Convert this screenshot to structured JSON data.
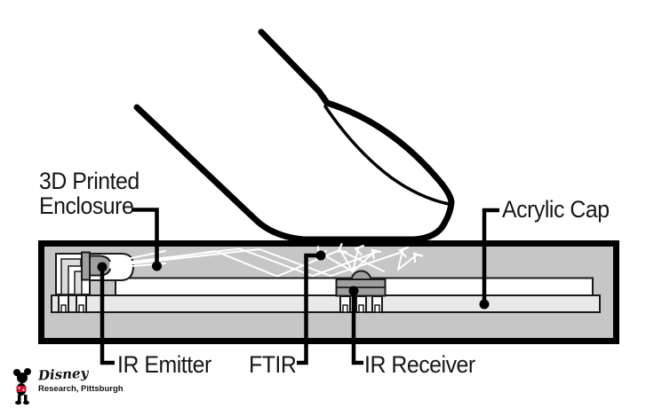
{
  "figure": {
    "title": "FTIR touch sensing cross-section diagram",
    "labels": {
      "enclosure": "3D Printed\nEnclosure",
      "acrylic_cap": "Acrylic Cap",
      "ir_emitter": "IR Emitter",
      "ftir": "FTIR",
      "ir_receiver": "IR Receiver"
    },
    "logo": {
      "brand": "Disney",
      "sub": "Research, Pittsburgh"
    },
    "colors": {
      "background": "#ffffff",
      "outline_black": "#000000",
      "enclosure_fill": "#c6c6c6",
      "acrylic_strip_fill": "#e9e9e9",
      "cavity_white": "#ffffff",
      "component_gray": "#9f9f9f",
      "trace_gray": "#dcdcdc",
      "ir_ray_white": "#ffffff",
      "mickey_shorts_red": "#c8102e",
      "label_text": "#161616"
    }
  }
}
